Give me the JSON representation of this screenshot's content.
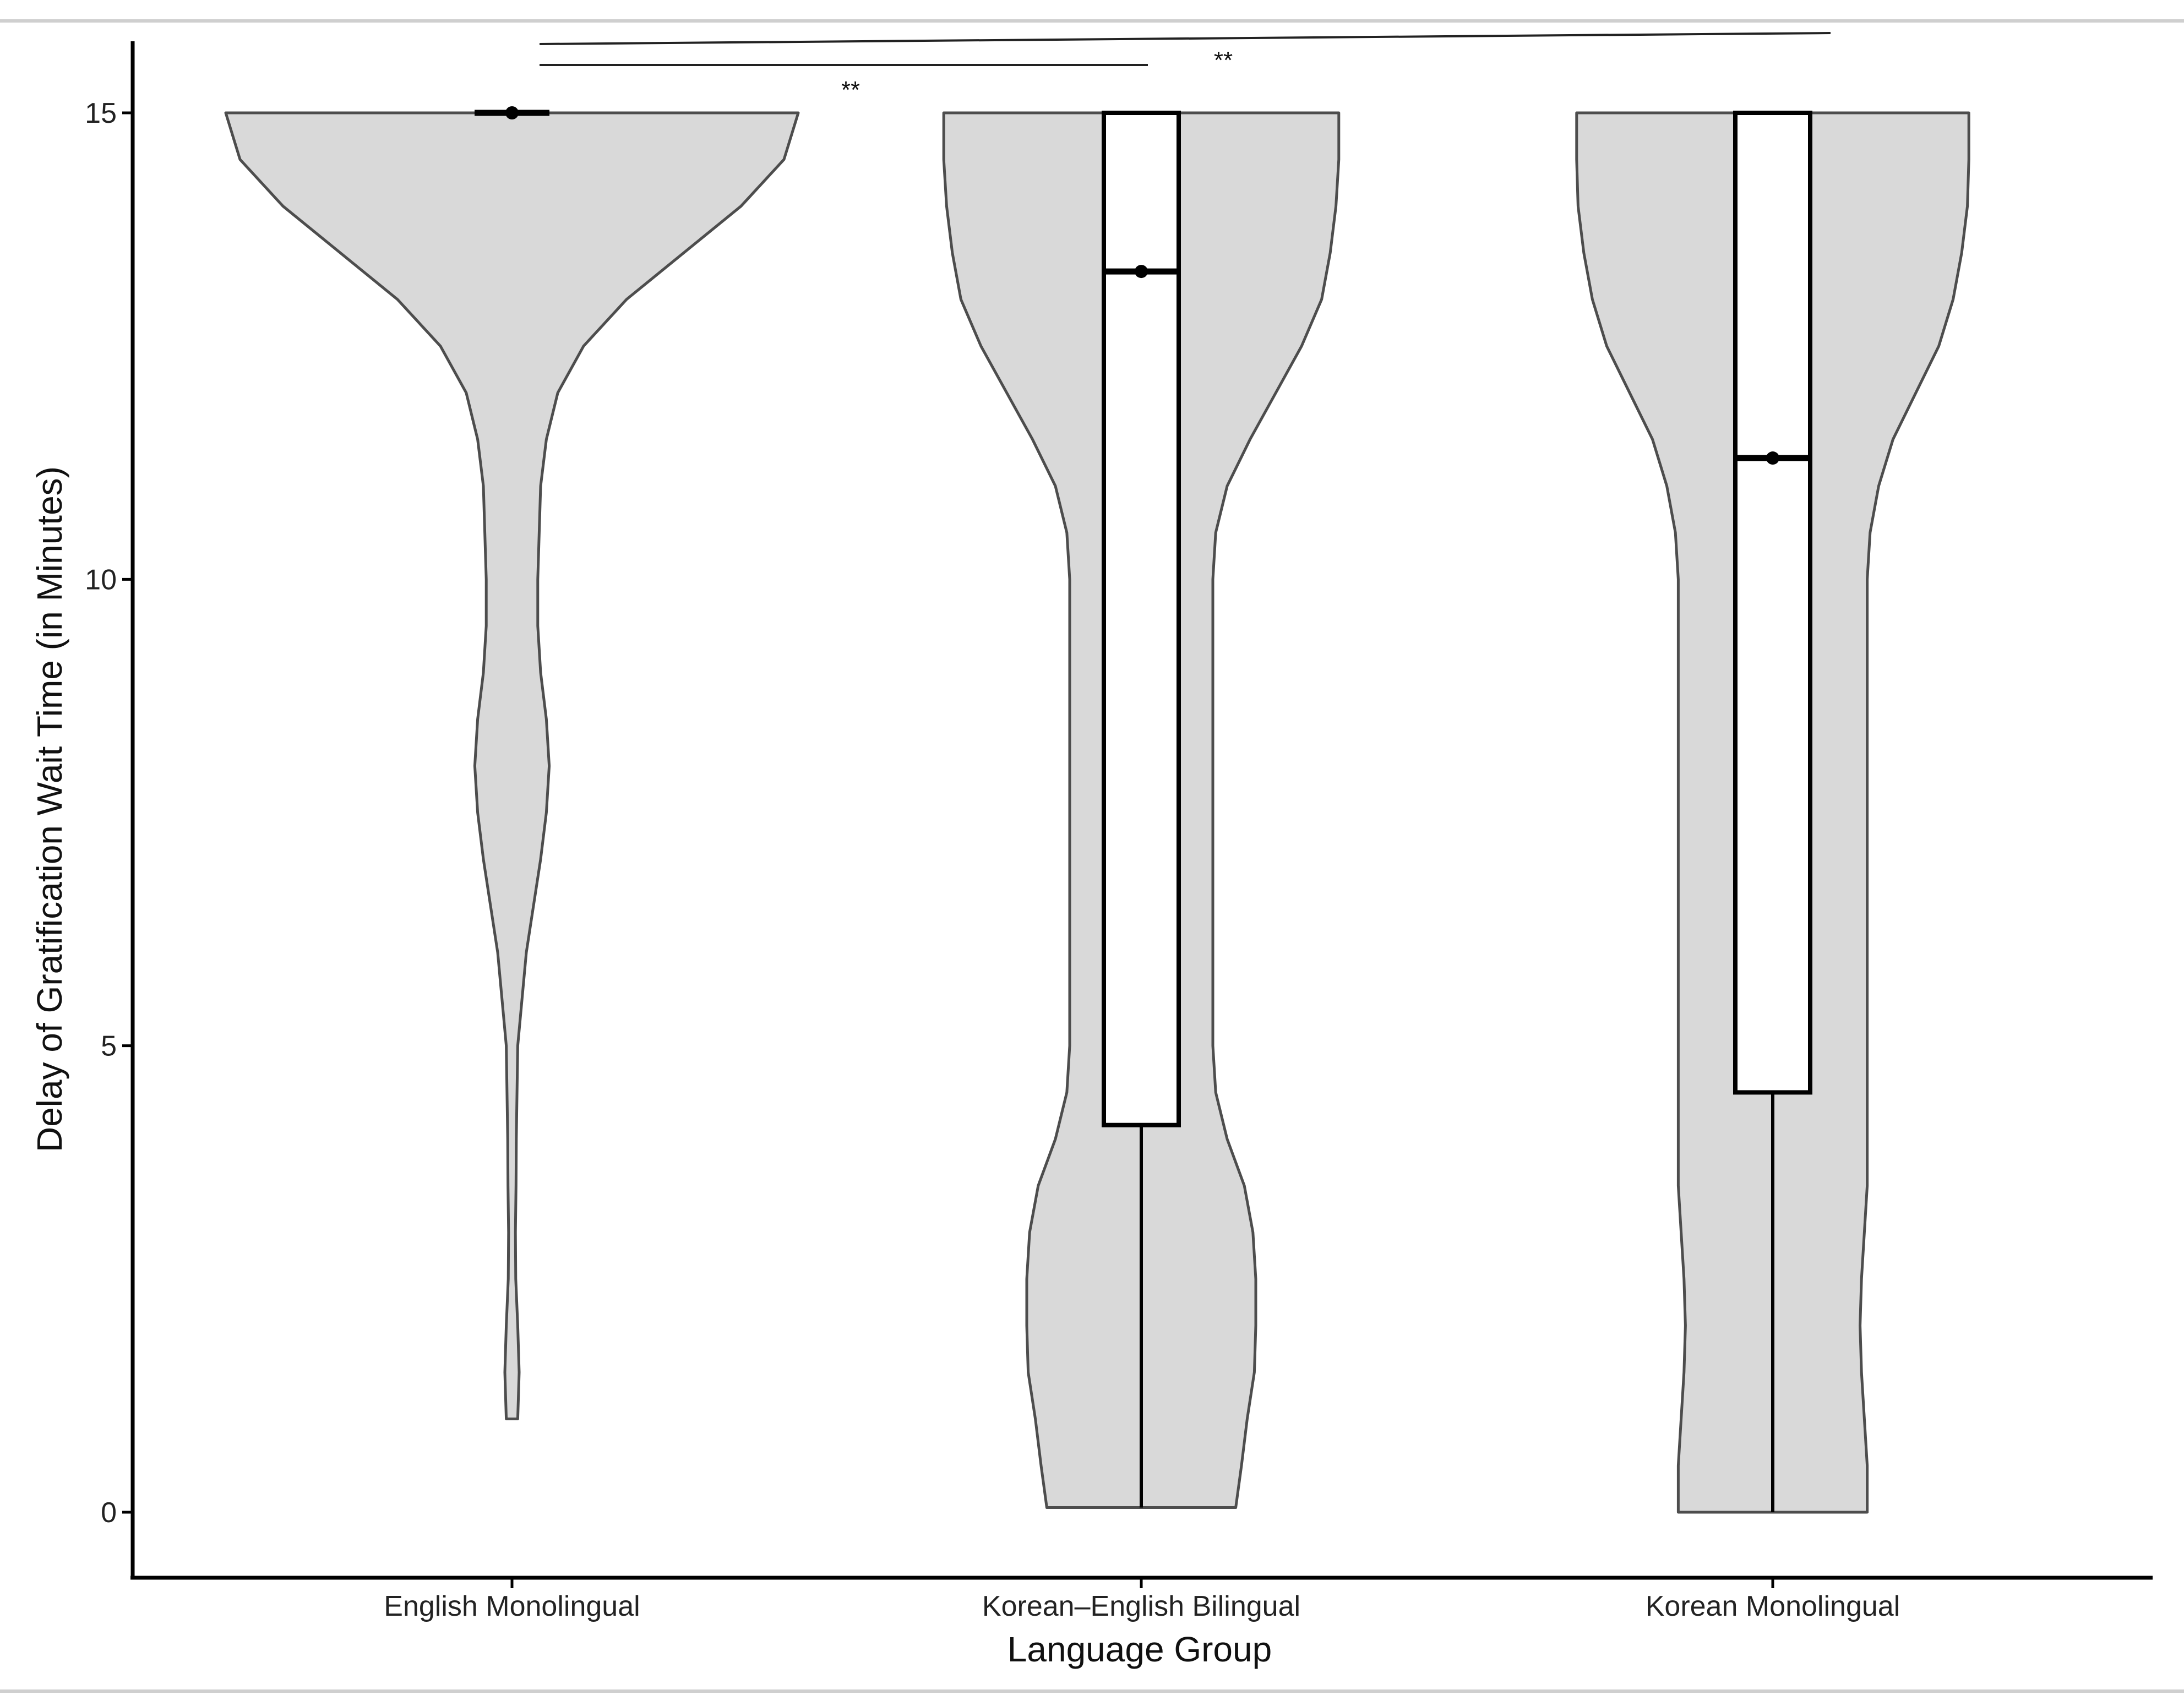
{
  "chart_data": {
    "type": "violin",
    "title": "",
    "xlabel": "Language Group",
    "ylabel": "Delay of Gratification Wait Time (in Minutes)",
    "ylim": [
      -0.8,
      15.8
    ],
    "yticks": [
      0,
      5,
      10,
      15
    ],
    "grid": false,
    "legend": "none",
    "colors": {
      "violin_fill": "#d9d9d9",
      "violin_stroke": "#4d4d4d",
      "box_fill": "#ffffff",
      "box_stroke": "#000000"
    },
    "categories": [
      "English Monolingual",
      "Korean–English Bilingual",
      "Korean Monolingual"
    ],
    "groups": [
      {
        "name": "English Monolingual",
        "median": 15.0,
        "q1": 15.0,
        "q3": 15.0,
        "whisker_low": 15.0,
        "whisker_high": 15.0,
        "density": [
          [
            1.0,
            0.02
          ],
          [
            1.5,
            0.025
          ],
          [
            2.0,
            0.02
          ],
          [
            2.5,
            0.013
          ],
          [
            3.0,
            0.012
          ],
          [
            3.5,
            0.014
          ],
          [
            4.0,
            0.015
          ],
          [
            5.0,
            0.02
          ],
          [
            5.5,
            0.035
          ],
          [
            6.0,
            0.05
          ],
          [
            6.5,
            0.075
          ],
          [
            7.0,
            0.1
          ],
          [
            7.5,
            0.12
          ],
          [
            8.0,
            0.13
          ],
          [
            8.5,
            0.12
          ],
          [
            9.0,
            0.1
          ],
          [
            9.5,
            0.09
          ],
          [
            10.0,
            0.09
          ],
          [
            10.5,
            0.095
          ],
          [
            11.0,
            0.1
          ],
          [
            11.5,
            0.12
          ],
          [
            12.0,
            0.16
          ],
          [
            12.5,
            0.25
          ],
          [
            13.0,
            0.4
          ],
          [
            13.5,
            0.6
          ],
          [
            14.0,
            0.8
          ],
          [
            14.5,
            0.95
          ],
          [
            15.0,
            1.0
          ]
        ]
      },
      {
        "name": "Korean–English Bilingual",
        "median": 13.3,
        "q1": 4.15,
        "q3": 15.0,
        "whisker_low": 0.05,
        "whisker_high": 15.0,
        "density": [
          [
            0.05,
            0.33
          ],
          [
            0.5,
            0.35
          ],
          [
            1.0,
            0.37
          ],
          [
            1.5,
            0.395
          ],
          [
            2.0,
            0.4
          ],
          [
            2.5,
            0.4
          ],
          [
            3.0,
            0.39
          ],
          [
            3.5,
            0.36
          ],
          [
            4.0,
            0.3
          ],
          [
            4.5,
            0.26
          ],
          [
            5.0,
            0.25
          ],
          [
            6.0,
            0.25
          ],
          [
            7.0,
            0.25
          ],
          [
            8.0,
            0.25
          ],
          [
            9.0,
            0.25
          ],
          [
            10.0,
            0.25
          ],
          [
            10.5,
            0.26
          ],
          [
            11.0,
            0.3
          ],
          [
            11.5,
            0.38
          ],
          [
            12.0,
            0.47
          ],
          [
            12.5,
            0.56
          ],
          [
            13.0,
            0.63
          ],
          [
            13.5,
            0.66
          ],
          [
            14.0,
            0.68
          ],
          [
            14.5,
            0.69
          ],
          [
            15.0,
            0.69
          ]
        ]
      },
      {
        "name": "Korean Monolingual",
        "median": 11.3,
        "q1": 4.5,
        "q3": 15.0,
        "whisker_low": 0.0,
        "whisker_high": 15.0,
        "density": [
          [
            0.0,
            0.33
          ],
          [
            0.5,
            0.33
          ],
          [
            1.0,
            0.32
          ],
          [
            1.5,
            0.31
          ],
          [
            2.0,
            0.305
          ],
          [
            2.5,
            0.31
          ],
          [
            3.0,
            0.32
          ],
          [
            3.5,
            0.33
          ],
          [
            4.0,
            0.33
          ],
          [
            4.5,
            0.33
          ],
          [
            5.0,
            0.33
          ],
          [
            6.0,
            0.33
          ],
          [
            7.0,
            0.33
          ],
          [
            8.0,
            0.33
          ],
          [
            9.0,
            0.33
          ],
          [
            10.0,
            0.33
          ],
          [
            10.5,
            0.34
          ],
          [
            11.0,
            0.37
          ],
          [
            11.5,
            0.42
          ],
          [
            12.0,
            0.5
          ],
          [
            12.5,
            0.58
          ],
          [
            13.0,
            0.63
          ],
          [
            13.5,
            0.66
          ],
          [
            14.0,
            0.68
          ],
          [
            14.5,
            0.685
          ],
          [
            15.0,
            0.685
          ]
        ]
      }
    ],
    "significance": [
      {
        "from": "English Monolingual",
        "to": "Korean–English Bilingual",
        "label": "**"
      },
      {
        "from": "English Monolingual",
        "to": "Korean Monolingual",
        "label": "**"
      }
    ]
  }
}
